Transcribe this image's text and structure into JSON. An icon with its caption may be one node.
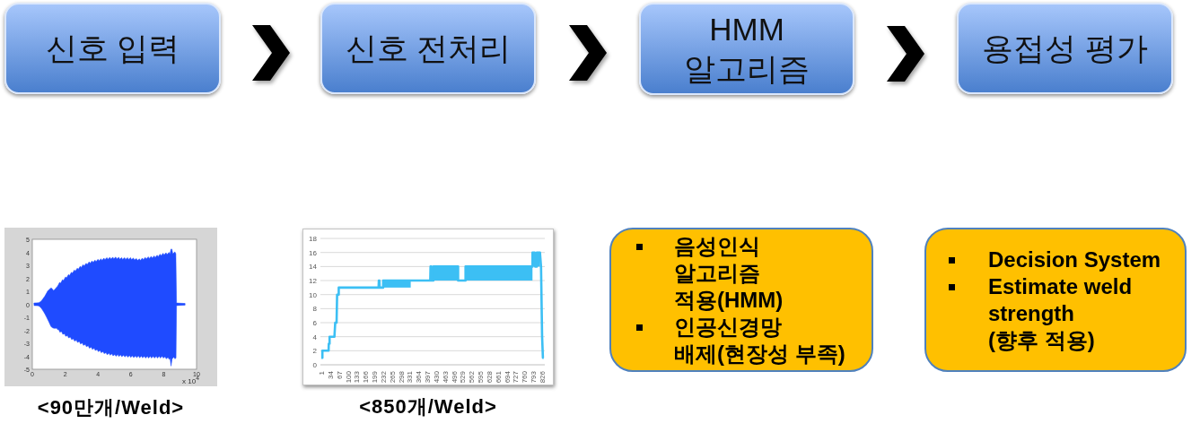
{
  "diagram": {
    "nodes": [
      {
        "text": [
          "신호 입력"
        ]
      },
      {
        "text": [
          "신호 전처리"
        ]
      },
      {
        "text": [
          "HMM 알고리즘"
        ]
      },
      {
        "text": [
          "용접성 평가"
        ]
      },
      {
        "text": [],
        "shape": "picture",
        "beside": [
          "<90만개/Weld>"
        ]
      },
      {
        "text": [],
        "shape": "picture",
        "beside": [
          "<850개/Weld>"
        ]
      },
      {
        "text": [
          "음성인식 알고리즘 적용(HMM)",
          "인공신경망 배제(현장성 부족)"
        ]
      },
      {
        "text": [
          "Decision System",
          "Estimate weld strength (향후 적용)"
        ]
      }
    ],
    "edges": [
      {
        "from": 0,
        "to": 1,
        "arrow": "to"
      },
      {
        "from": 1,
        "to": 2,
        "arrow": "to"
      },
      {
        "from": 2,
        "to": 3,
        "arrow": "to"
      }
    ],
    "labels": [
      "5",
      "4",
      "3",
      "2",
      "1",
      "0",
      "-1",
      "-2",
      "-3",
      "-4",
      "-5",
      "0",
      "2",
      "4",
      "6",
      "8",
      "10",
      "x 10$^{4}$",
      "18",
      "16",
      "14",
      "12",
      "10",
      "8",
      "6",
      "4",
      "2",
      "0",
      "1",
      "34",
      "67",
      "100",
      "133",
      "166",
      "199",
      "232",
      "265",
      "298",
      "331",
      "364",
      "397",
      "430",
      "463",
      "496",
      "529",
      "562",
      "595",
      "628",
      "661",
      "694",
      "727",
      "760",
      "793",
      "826"
    ]
  }
}
